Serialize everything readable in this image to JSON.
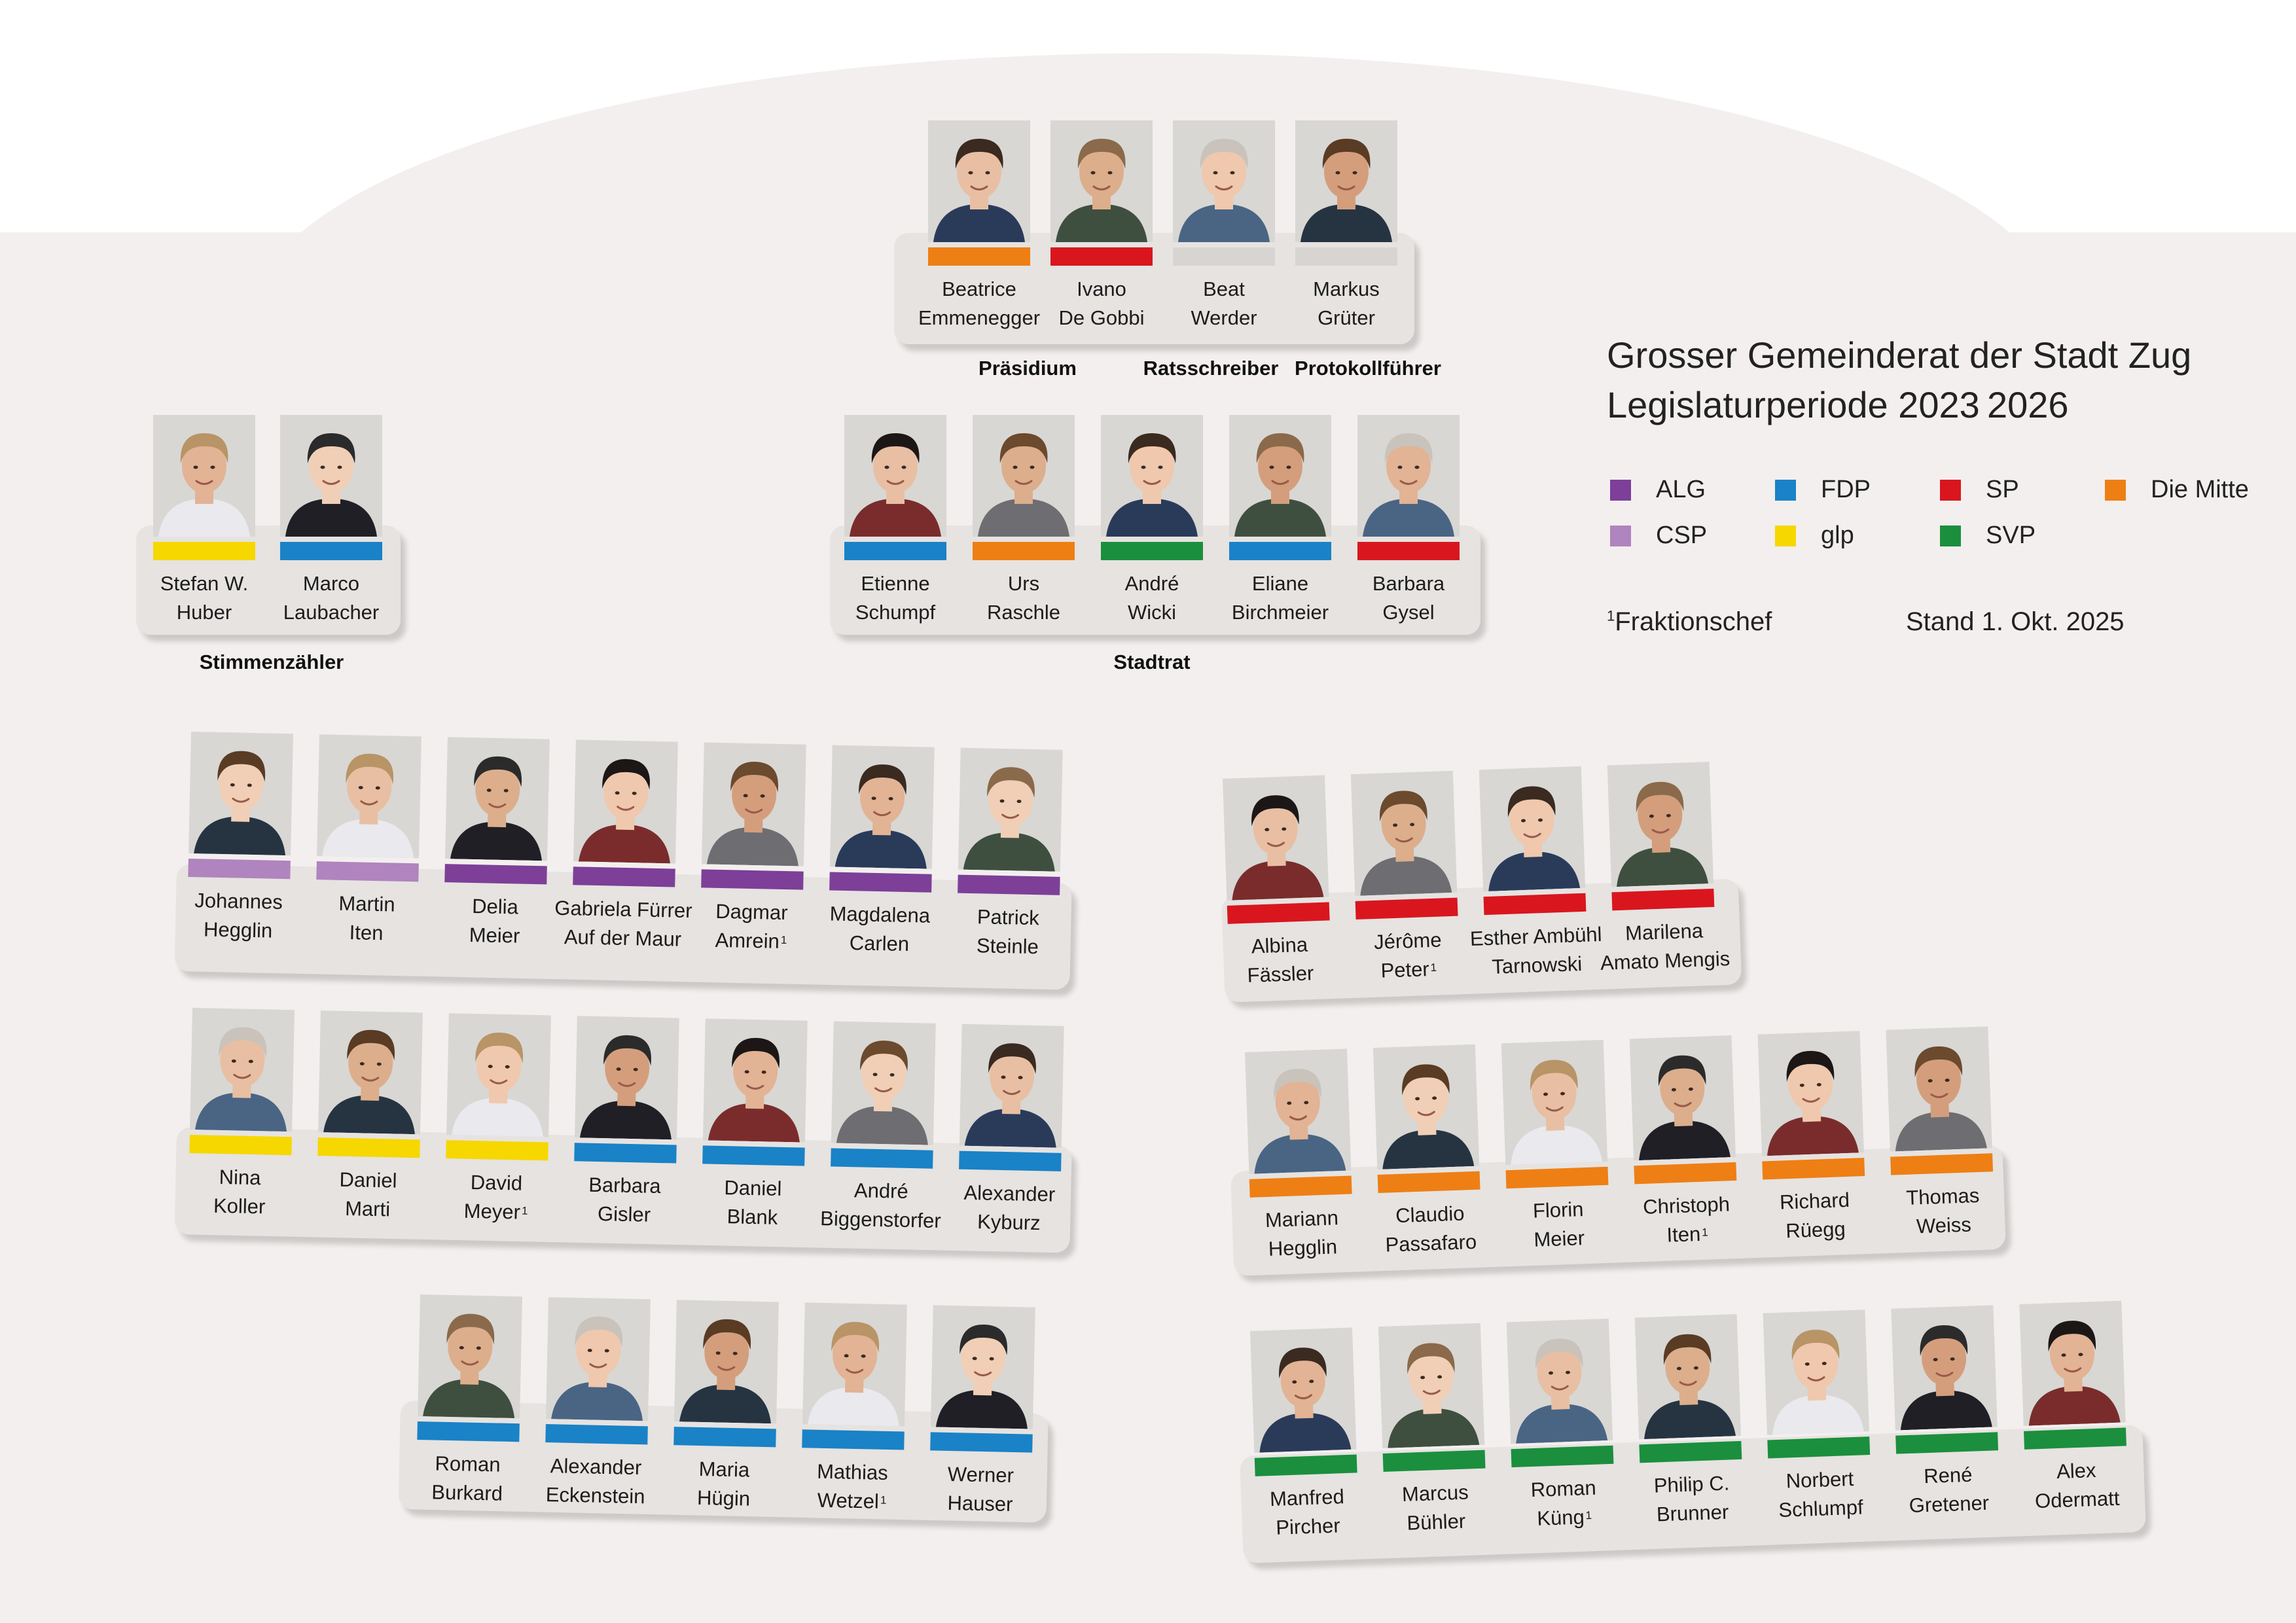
{
  "title": {
    "line1": "Grosser Gemeinderat der Stadt Zug",
    "line2": "Legislaturperiode 2023 2026"
  },
  "colors": {
    "ALG": "#7d3f98",
    "CSP": "#b084be",
    "FDP": "#1a82c6",
    "glp": "#f6d700",
    "SP": "#d9161e",
    "SVP": "#1b8f3d",
    "Die Mitte": "#ee7f14",
    "none": "#d7d4d2",
    "background": "#f3efee",
    "tray": "#e6e3e1"
  },
  "legend": [
    {
      "party": "ALG",
      "label": "ALG"
    },
    {
      "party": "FDP",
      "label": "FDP"
    },
    {
      "party": "SP",
      "label": "SP"
    },
    {
      "party": "Die Mitte",
      "label": "Die Mitte"
    },
    {
      "party": "CSP",
      "label": "CSP"
    },
    {
      "party": "glp",
      "label": "glp"
    },
    {
      "party": "SVP",
      "label": "SVP"
    }
  ],
  "notes": {
    "fraktionschef_sup": "1",
    "fraktionschef": "Fraktionschef",
    "stand": "Stand 1. Okt. 2025"
  },
  "captions": {
    "praesidium": "Präsidium",
    "ratsschreiber": "Ratsschreiber",
    "protokollfuehrer": "Protokollführer",
    "stimmenzaehler": "Stimmenzähler",
    "stadtrat": "Stadtrat"
  },
  "groups": {
    "praesidium": [
      {
        "line1": "Beatrice",
        "line2": "Emmenegger",
        "party": "Die Mitte"
      },
      {
        "line1": "Ivano",
        "line2": "De Gobbi",
        "party": "SP"
      },
      {
        "line1": "Beat",
        "line2": "Werder",
        "party": "none"
      },
      {
        "line1": "Markus",
        "line2": "Grüter",
        "party": "none"
      }
    ],
    "stimmenzaehler": [
      {
        "line1": "Stefan W.",
        "line2": "Huber",
        "party": "glp"
      },
      {
        "line1": "Marco",
        "line2": "Laubacher",
        "party": "FDP"
      }
    ],
    "stadtrat": [
      {
        "line1": "Etienne",
        "line2": "Schumpf",
        "party": "FDP"
      },
      {
        "line1": "Urs",
        "line2": "Raschle",
        "party": "Die Mitte"
      },
      {
        "line1": "André",
        "line2": "Wicki",
        "party": "SVP"
      },
      {
        "line1": "Eliane",
        "line2": "Birchmeier",
        "party": "FDP"
      },
      {
        "line1": "Barbara",
        "line2": "Gysel",
        "party": "SP"
      }
    ],
    "left1": [
      {
        "line1": "Johannes",
        "line2": "Hegglin",
        "party": "CSP"
      },
      {
        "line1": "Martin",
        "line2": "Iten",
        "party": "CSP"
      },
      {
        "line1": "Delia",
        "line2": "Meier",
        "party": "ALG"
      },
      {
        "line1": "Gabriela Fürrer",
        "line2": "Auf der Maur",
        "party": "ALG"
      },
      {
        "line1": "Dagmar",
        "line2": "Amrein",
        "sup": "1",
        "party": "ALG"
      },
      {
        "line1": "Magdalena",
        "line2": "Carlen",
        "party": "ALG"
      },
      {
        "line1": "Patrick",
        "line2": "Steinle",
        "party": "ALG"
      }
    ],
    "left2": [
      {
        "line1": "Nina",
        "line2": "Koller",
        "party": "glp"
      },
      {
        "line1": "Daniel",
        "line2": "Marti",
        "party": "glp"
      },
      {
        "line1": "David",
        "line2": "Meyer",
        "sup": "1",
        "party": "glp"
      },
      {
        "line1": "Barbara",
        "line2": "Gisler",
        "party": "FDP"
      },
      {
        "line1": "Daniel",
        "line2": "Blank",
        "party": "FDP"
      },
      {
        "line1": "André",
        "line2": "Biggenstorfer",
        "party": "FDP"
      },
      {
        "line1": "Alexander",
        "line2": "Kyburz",
        "party": "FDP"
      }
    ],
    "left3": [
      {
        "line1": "Roman",
        "line2": "Burkard",
        "party": "FDP"
      },
      {
        "line1": "Alexander",
        "line2": "Eckenstein",
        "party": "FDP"
      },
      {
        "line1": "Maria",
        "line2": "Hügin",
        "party": "FDP"
      },
      {
        "line1": "Mathias",
        "line2": "Wetzel",
        "sup": "1",
        "party": "FDP"
      },
      {
        "line1": "Werner",
        "line2": "Hauser",
        "party": "FDP"
      }
    ],
    "right1": [
      {
        "line1": "Albina",
        "line2": "Fässler",
        "party": "SP"
      },
      {
        "line1": "Jérôme",
        "line2": "Peter",
        "sup": "1",
        "party": "SP"
      },
      {
        "line1": "Esther Ambühl",
        "line2": "Tarnowski",
        "party": "SP"
      },
      {
        "line1": "Marilena",
        "line2": "Amato Mengis",
        "party": "SP"
      }
    ],
    "right2": [
      {
        "line1": "Mariann",
        "line2": "Hegglin",
        "party": "Die Mitte"
      },
      {
        "line1": "Claudio",
        "line2": "Passafaro",
        "party": "Die Mitte"
      },
      {
        "line1": "Florin",
        "line2": "Meier",
        "party": "Die Mitte"
      },
      {
        "line1": "Christoph",
        "line2": "Iten",
        "sup": "1",
        "party": "Die Mitte"
      },
      {
        "line1": "Richard",
        "line2": "Rüegg",
        "party": "Die Mitte"
      },
      {
        "line1": "Thomas",
        "line2": "Weiss",
        "party": "Die Mitte"
      }
    ],
    "right3": [
      {
        "line1": "Manfred",
        "line2": "Pircher",
        "party": "SVP"
      },
      {
        "line1": "Marcus",
        "line2": "Bühler",
        "party": "SVP"
      },
      {
        "line1": "Roman",
        "line2": "Küng",
        "sup": "1",
        "party": "SVP"
      },
      {
        "line1": "Philip C.",
        "line2": "Brunner",
        "party": "SVP"
      },
      {
        "line1": "Norbert",
        "line2": "Schlumpf",
        "party": "SVP"
      },
      {
        "line1": "René",
        "line2": "Gretener",
        "party": "SVP"
      },
      {
        "line1": "Alex",
        "line2": "Odermatt",
        "party": "SVP"
      }
    ]
  }
}
